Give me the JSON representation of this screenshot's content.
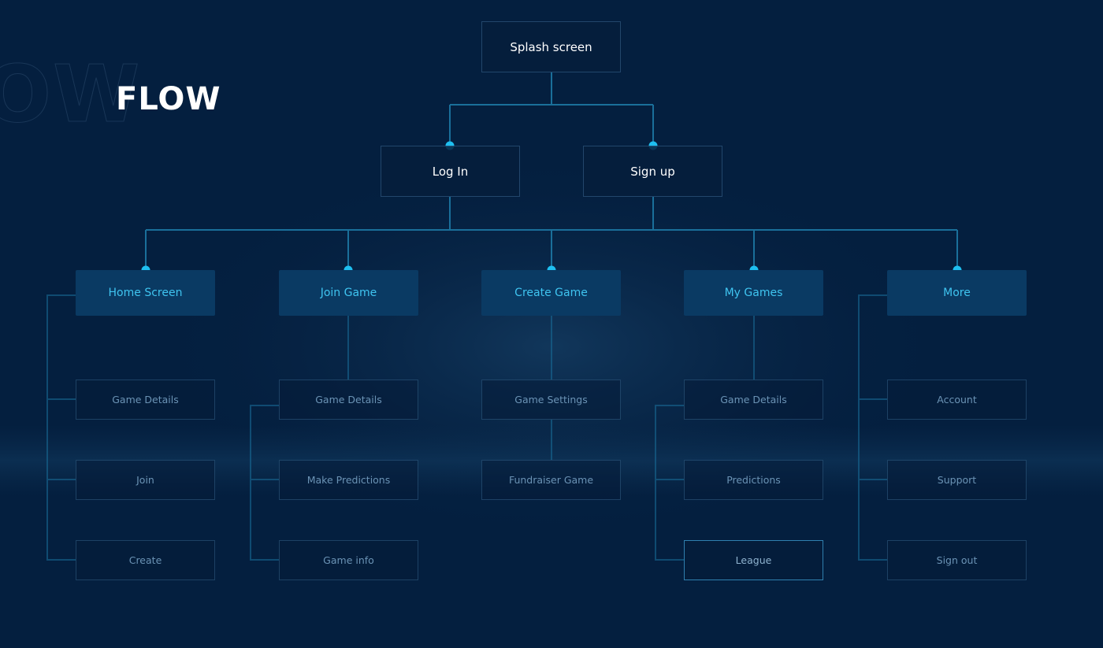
{
  "title": "FLOW",
  "title_ghost": "OW",
  "colors": {
    "background": "#041f3f",
    "accent": "#1ebff0",
    "line": "#1a6f9a",
    "node_fill": "#0a3a63"
  },
  "root": {
    "label": "Splash screen"
  },
  "auth": [
    {
      "label": "Log In"
    },
    {
      "label": "Sign up"
    }
  ],
  "sections": [
    {
      "label": "Home Screen",
      "children": [
        {
          "label": "Game Details"
        },
        {
          "label": "Join"
        },
        {
          "label": "Create"
        }
      ]
    },
    {
      "label": "Join Game",
      "children": [
        {
          "label": "Game Details"
        },
        {
          "label": "Make Predictions"
        },
        {
          "label": "Game info"
        }
      ]
    },
    {
      "label": "Create Game",
      "children": [
        {
          "label": "Game Settings"
        },
        {
          "label": "Fundraiser Game"
        }
      ]
    },
    {
      "label": "My Games",
      "children": [
        {
          "label": "Game Details"
        },
        {
          "label": "Predictions"
        },
        {
          "label": "League"
        }
      ]
    },
    {
      "label": "More",
      "children": [
        {
          "label": "Account"
        },
        {
          "label": "Support"
        },
        {
          "label": "Sign out"
        }
      ]
    }
  ]
}
